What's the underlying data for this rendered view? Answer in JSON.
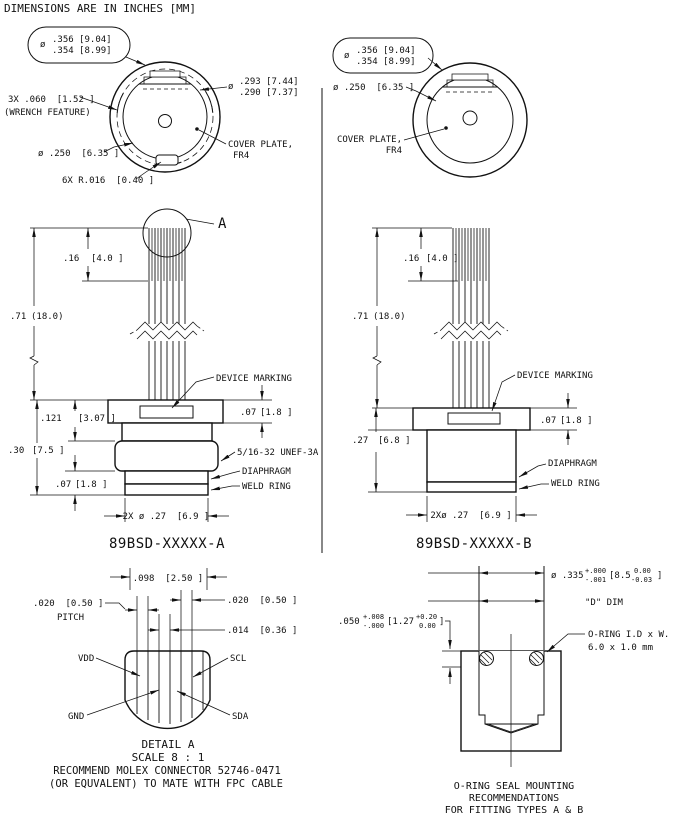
{
  "header": {
    "units_note": "DIMENSIONS ARE IN INCHES [MM]"
  },
  "shared": {
    "balloon": {
      "dia": "ø",
      "line1": ".356 [9.04]",
      "line2": ".354 [8.99]"
    },
    "dia_250": "ø .250  [6.35 ]",
    "cover_plate_1": "COVER PLATE,",
    "cover_plate_2": "FR4",
    "dim_16_in": ".16",
    "dim_16_mm": "[4.0 ]",
    "dim_71_in": ".71",
    "dim_71_mm": "(18.0)",
    "device_marking": "DEVICE MARKING",
    "diaphragm": "DIAPHRAGM",
    "weld_ring": "WELD RING",
    "dim_07_in": ".07",
    "dim_07_mm": "[1.8 ]"
  },
  "va_top": {
    "dia_293_sym": "ø",
    "dia_293_line1": ".293 [7.44]",
    "dia_293_line2": ".290 [7.37]",
    "wrench_1": "3X .060  [1.52 ]",
    "wrench_2": "(WRENCH FEATURE)",
    "radius": "6X R.016  [0.40 ]"
  },
  "va_side": {
    "detail_label": "A",
    "dim_121_in": ".121",
    "dim_121_mm": "[3.07 ]",
    "dim_30_in": ".30",
    "dim_30_mm": "[7.5 ]",
    "thread": "5/16-32 UNEF-3A",
    "dim_bottom": "2X ø .27  [6.9 ]",
    "part_number": "89BSD-XXXXX-A"
  },
  "vb_side": {
    "dim_27_in": ".27",
    "dim_27_mm": "[6.8 ]",
    "dim_bottom": "2Xø .27  [6.9 ]",
    "part_number": "89BSD-XXXXX-B"
  },
  "detail_a": {
    "dim_098": ".098  [2.50 ]",
    "dim_pitch": ".020  [0.50 ]",
    "pitch_label": "PITCH",
    "dim_020": ".020  [0.50 ]",
    "dim_014": ".014  [0.36 ]",
    "pin_vdd": "VDD",
    "pin_scl": "SCL",
    "pin_gnd": "GND",
    "pin_sda": "SDA",
    "title": "DETAIL A",
    "scale": "SCALE 8 : 1",
    "note1": "RECOMMEND MOLEX CONNECTOR 52746-0471",
    "note2": "(OR EQUVALENT) TO MATE WITH FPC CABLE"
  },
  "oring": {
    "dia_335_main": "ø .335",
    "dia_335_tp": "+.000",
    "dia_335_tm": "-.001",
    "dia_335_mm": "[8.5",
    "dia_335_mp": "0.00",
    "dia_335_mn": "-0.03",
    "bracket": "]",
    "d_dim": "\"D\" DIM",
    "dim_050_main": ".050",
    "dim_050_tp": "+.008",
    "dim_050_tm": "-.000",
    "dim_050_mm": "[1.27",
    "dim_050_mp": "+0.20",
    "dim_050_mn": "0.00",
    "oring_l1": "O-RING I.D x W.",
    "oring_l2": "6.0 x 1.0 mm",
    "cap1": "O-RING SEAL MOUNTING",
    "cap2": "RECOMMENDATIONS",
    "cap3": "FOR FITTING TYPES A & B"
  }
}
